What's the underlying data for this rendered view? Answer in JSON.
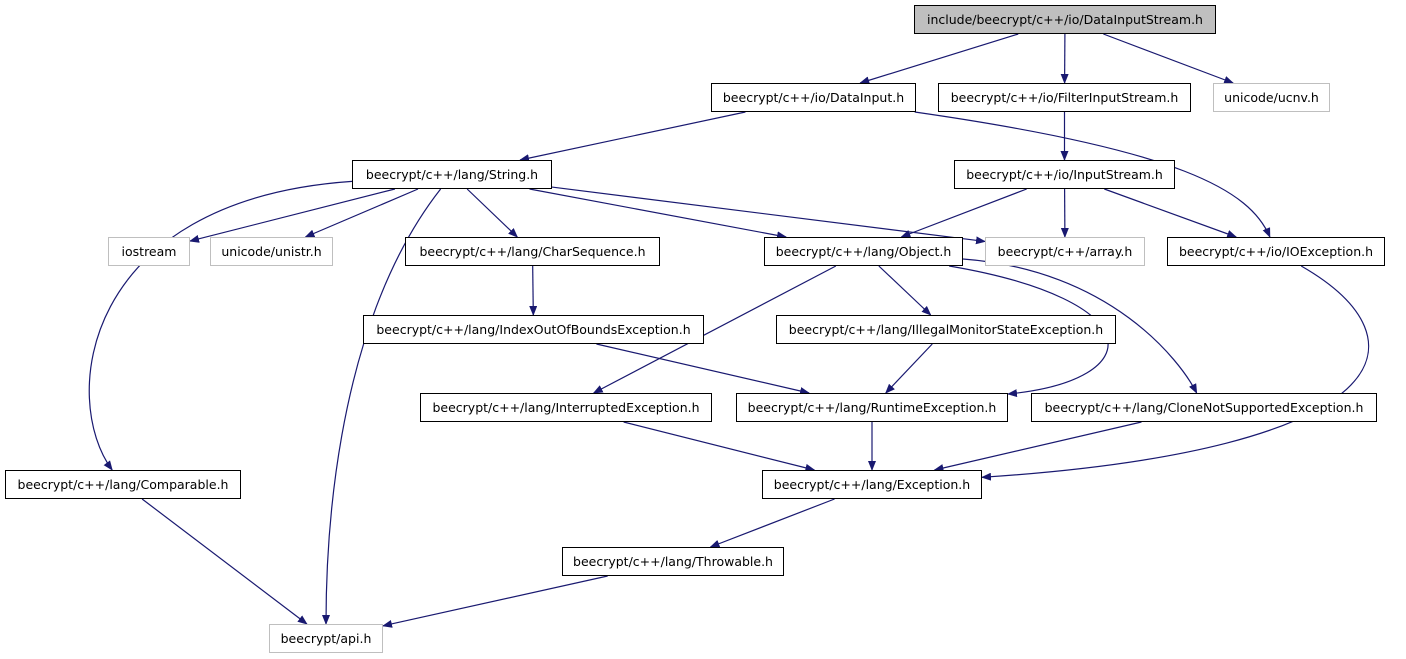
{
  "nodes": [
    {
      "id": "root",
      "label": "include/beecrypt/c++/io/DataInputStream.h",
      "kind": "root"
    },
    {
      "id": "datainput",
      "label": "beecrypt/c++/io/DataInput.h",
      "kind": "normal"
    },
    {
      "id": "filterinput",
      "label": "beecrypt/c++/io/FilterInputStream.h",
      "kind": "normal"
    },
    {
      "id": "ucnv",
      "label": "unicode/ucnv.h",
      "kind": "external"
    },
    {
      "id": "string",
      "label": "beecrypt/c++/lang/String.h",
      "kind": "normal"
    },
    {
      "id": "inputstream",
      "label": "beecrypt/c++/io/InputStream.h",
      "kind": "normal"
    },
    {
      "id": "iostream",
      "label": "iostream",
      "kind": "external"
    },
    {
      "id": "unistr",
      "label": "unicode/unistr.h",
      "kind": "external"
    },
    {
      "id": "charseq",
      "label": "beecrypt/c++/lang/CharSequence.h",
      "kind": "normal"
    },
    {
      "id": "object",
      "label": "beecrypt/c++/lang/Object.h",
      "kind": "normal"
    },
    {
      "id": "array",
      "label": "beecrypt/c++/array.h",
      "kind": "external"
    },
    {
      "id": "ioexception",
      "label": "beecrypt/c++/io/IOException.h",
      "kind": "normal"
    },
    {
      "id": "indexoob",
      "label": "beecrypt/c++/lang/IndexOutOfBoundsException.h",
      "kind": "normal"
    },
    {
      "id": "illegalmon",
      "label": "beecrypt/c++/lang/IllegalMonitorStateException.h",
      "kind": "normal"
    },
    {
      "id": "interrupted",
      "label": "beecrypt/c++/lang/InterruptedException.h",
      "kind": "normal"
    },
    {
      "id": "runtime",
      "label": "beecrypt/c++/lang/RuntimeException.h",
      "kind": "normal"
    },
    {
      "id": "clonenot",
      "label": "beecrypt/c++/lang/CloneNotSupportedException.h",
      "kind": "normal"
    },
    {
      "id": "comparable",
      "label": "beecrypt/c++/lang/Comparable.h",
      "kind": "normal"
    },
    {
      "id": "exception",
      "label": "beecrypt/c++/lang/Exception.h",
      "kind": "normal"
    },
    {
      "id": "throwable",
      "label": "beecrypt/c++/lang/Throwable.h",
      "kind": "normal"
    },
    {
      "id": "api",
      "label": "beecrypt/api.h",
      "kind": "external"
    }
  ],
  "edges": [
    {
      "from": "root",
      "to": "datainput"
    },
    {
      "from": "root",
      "to": "filterinput"
    },
    {
      "from": "root",
      "to": "ucnv"
    },
    {
      "from": "datainput",
      "to": "string"
    },
    {
      "from": "datainput",
      "to": "ioexception"
    },
    {
      "from": "filterinput",
      "to": "inputstream"
    },
    {
      "from": "string",
      "to": "comparable"
    },
    {
      "from": "string",
      "to": "iostream"
    },
    {
      "from": "string",
      "to": "unistr"
    },
    {
      "from": "string",
      "to": "api"
    },
    {
      "from": "string",
      "to": "charseq"
    },
    {
      "from": "string",
      "to": "object"
    },
    {
      "from": "string",
      "to": "array"
    },
    {
      "from": "inputstream",
      "to": "object"
    },
    {
      "from": "inputstream",
      "to": "array"
    },
    {
      "from": "inputstream",
      "to": "ioexception"
    },
    {
      "from": "charseq",
      "to": "indexoob"
    },
    {
      "from": "indexoob",
      "to": "runtime"
    },
    {
      "from": "object",
      "to": "interrupted"
    },
    {
      "from": "object",
      "to": "illegalmon"
    },
    {
      "from": "object",
      "to": "runtime"
    },
    {
      "from": "object",
      "to": "clonenot"
    },
    {
      "from": "illegalmon",
      "to": "runtime"
    },
    {
      "from": "ioexception",
      "to": "exception"
    },
    {
      "from": "interrupted",
      "to": "exception"
    },
    {
      "from": "runtime",
      "to": "exception"
    },
    {
      "from": "clonenot",
      "to": "exception"
    },
    {
      "from": "comparable",
      "to": "api"
    },
    {
      "from": "exception",
      "to": "throwable"
    },
    {
      "from": "throwable",
      "to": "api"
    }
  ]
}
